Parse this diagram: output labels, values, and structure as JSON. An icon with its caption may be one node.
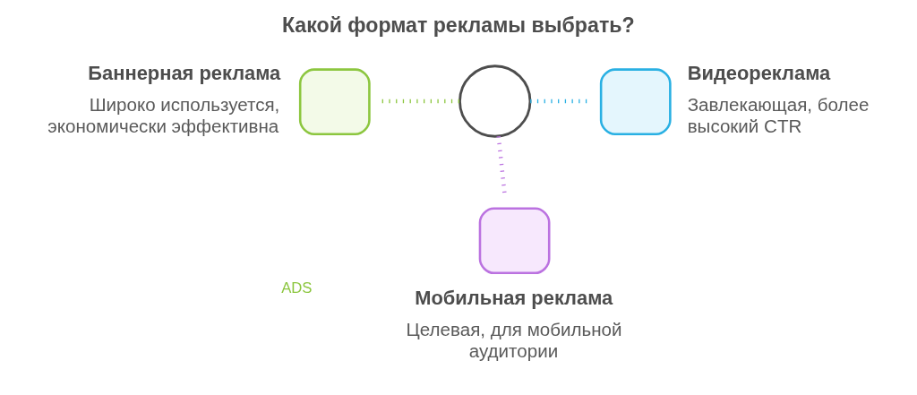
{
  "diagram": {
    "title": "Какой формат рекламы выбрать?",
    "nodes": [
      {
        "text": [],
        "shape": "circle"
      },
      {
        "text": [
          "Баннерная реклама",
          "Широко используется, экономически эффективна"
        ]
      },
      {
        "text": [
          "Видеореклама",
          "Завлекающая, более высокий CTR"
        ]
      },
      {
        "text": [
          "Мобильная реклама",
          "Целевая, для мобильной аудитории"
        ]
      }
    ],
    "edges": [
      {
        "from": 1,
        "to": 0,
        "arrow": "none",
        "color": "#8cc63f"
      },
      {
        "from": 0,
        "to": 2,
        "arrow": "none",
        "color": "#29b0e3"
      },
      {
        "from": 0,
        "to": 3,
        "arrow": "none",
        "color": "#bb72e0"
      }
    ],
    "labels": [
      "ADS"
    ]
  }
}
